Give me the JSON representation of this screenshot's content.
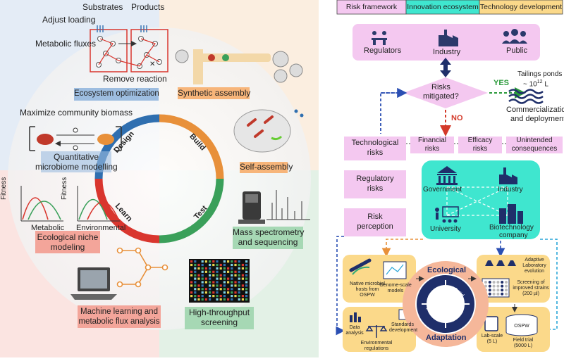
{
  "left": {
    "top_labels": {
      "substrates": "Substrates",
      "products": "Products",
      "adjust_loading": "Adjust loading",
      "metabolic_fluxes": "Metabolic fluxes",
      "remove_reaction": "Remove reaction"
    },
    "modules": {
      "ecosystem_optimization": "Ecosystem optimization",
      "maximize_biomass": "Maximize community biomass",
      "quant_modelling_1": "Quantitative",
      "quant_modelling_2": "microbiome modelling",
      "fitness_a": "Fitness",
      "fitness_b": "Fitness",
      "metabolic": "Metabolic",
      "environmental": "Environmental",
      "niche_1": "Ecological niche",
      "niche_2": "modeling",
      "ml_1": "Machine learning and",
      "ml_2": "metabolic flux analysis",
      "hts_1": "High-throughput",
      "hts_2": "screening",
      "ms_1": "Mass spectrometry",
      "ms_2": "and sequencing",
      "self_assembly": "Self-assembly",
      "synthetic_assembly": "Synthetic assembly"
    },
    "cycle": {
      "design": "Design",
      "build": "Build",
      "test": "Test",
      "learn": "Learn"
    },
    "colors": {
      "design": "#2f6fb0",
      "build": "#e8903a",
      "test": "#3aa05a",
      "learn": "#d9362e"
    }
  },
  "right": {
    "legend": {
      "risk_framework": "Risk framework",
      "innovation_ecosystem": "Innovation ecosystem",
      "technology_development": "Technology development"
    },
    "stakeholders": {
      "regulators": "Regulators",
      "industry": "Industry",
      "public": "Public"
    },
    "decision": {
      "line1": "Risks",
      "line2": "mitigated?",
      "yes": "YES",
      "no": "NO"
    },
    "tailings": {
      "line1": "Tailings ponds",
      "line2a": "~ 10",
      "line2sup": "12",
      "line2b": " L"
    },
    "commercial": {
      "line1": "Commercialization",
      "line2": "and deployment"
    },
    "risks": {
      "tech_1": "Technological",
      "tech_2": "risks",
      "fin_1": "Financial",
      "fin_2": "risks",
      "eff_1": "Efficacy",
      "eff_2": "risks",
      "unint_1": "Unintended",
      "unint_2": "consequences",
      "reg_1": "Regulatory",
      "reg_2": "risks",
      "perc_1": "Risk",
      "perc_2": "perception"
    },
    "ecosystem": {
      "government": "Government",
      "industry": "Industry",
      "university": "University",
      "biotech_1": "Biotechnology",
      "biotech_2": "company"
    },
    "tech": {
      "native_1": "Native microbial",
      "native_2": "hosts from",
      "native_3": "OSPW",
      "genome_1": "Genome-scale",
      "genome_2": "models",
      "ale_1": "Adaptive",
      "ale_2": "Laboratory",
      "ale_3": "evolution",
      "screen_1": "Screening of",
      "screen_2": "improved strains",
      "screen_3": "(200 µl)",
      "data_1": "Data",
      "data_2": "analysis",
      "standards_1": "Standards",
      "standards_2": "development",
      "env_1": "Environmental",
      "env_2": "regulations",
      "lab_1": "Lab-scale",
      "lab_2": "(5 L)",
      "ospw": "OSPW",
      "field_1": "Field trial",
      "field_2": "(5000 L)"
    },
    "cycle": {
      "ecological": "Ecological",
      "adaptation": "Adaptation",
      "design": "Design",
      "build": "Build",
      "test": "Test",
      "analyze": "Analyze"
    },
    "colors": {
      "pink": "#f4c8f0",
      "teal": "#3fe6cf",
      "orange": "#fbd98a",
      "blue_dash": "#2b4fb3",
      "red_dash": "#d43a2a",
      "green": "#2a9a3a",
      "cyan_dash": "#2aa6d8"
    }
  }
}
